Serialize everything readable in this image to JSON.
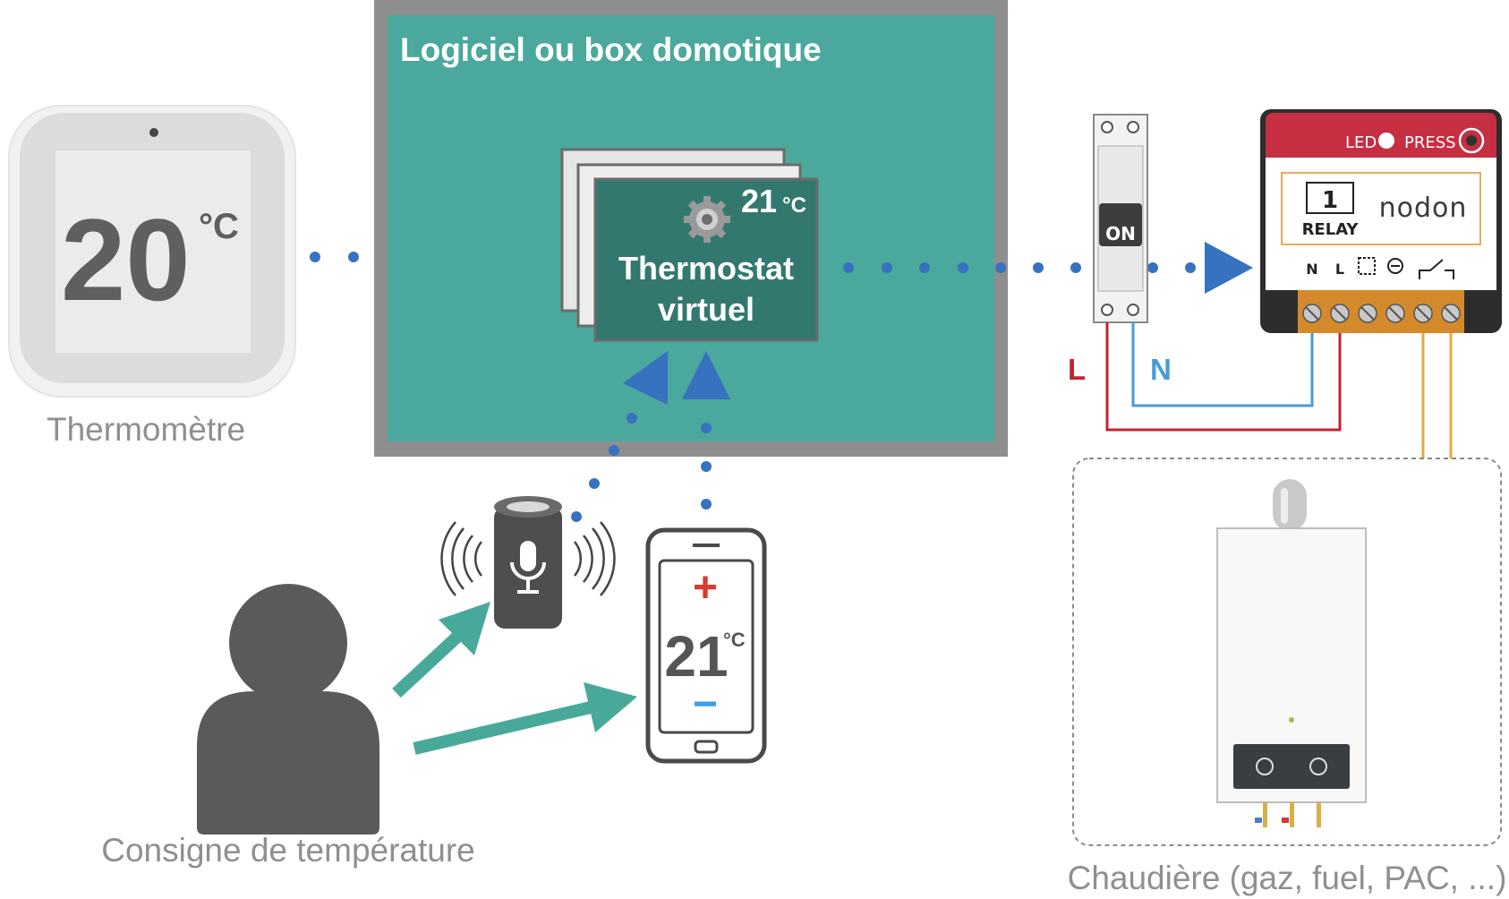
{
  "colors": {
    "hub_fill": "#4ba89c",
    "hub_border": "#8e8e8e",
    "card_front": "#33786f",
    "dots": "#3672c0",
    "teal_arrow": "#48a99a",
    "person": "#5a5a5a",
    "wire_L": "#c2242f",
    "wire_N": "#4a9ad6",
    "wire_boiler": "#e6a93c",
    "relay_red": "#c62e42",
    "relay_terminal": "#d48a2b",
    "nodon_orange": "#e0902a"
  },
  "thermometer": {
    "icon": "thermometer-display-icon",
    "value": "20",
    "unit": "°C",
    "caption": "Thermomètre"
  },
  "hub": {
    "title": "Logiciel ou box domotique",
    "card": {
      "icon": "gear-icon",
      "temp_value": "21",
      "temp_unit": "°C",
      "line1": "Thermostat",
      "line2": "virtuel"
    }
  },
  "breaker": {
    "icon": "circuit-breaker-icon",
    "label": "ON"
  },
  "relay": {
    "icon": "relay-module-icon",
    "led_label": "LED",
    "press_label": "PRESS",
    "channel": "1",
    "relay_label": "RELAY",
    "brand": "nodon",
    "terminal_N": "N",
    "terminal_L": "L"
  },
  "wires": {
    "line_label": "L",
    "neutral_label": "N"
  },
  "boiler": {
    "icon": "boiler-icon",
    "caption": "Chaudière (gaz, fuel, PAC, ...)"
  },
  "speaker": {
    "icon": "smart-speaker-microphone-icon"
  },
  "phone": {
    "icon": "smartphone-icon",
    "plus": "+",
    "value": "21",
    "unit": "°C",
    "minus": "−"
  },
  "user": {
    "icon": "person-icon",
    "caption": "Consigne de température"
  }
}
